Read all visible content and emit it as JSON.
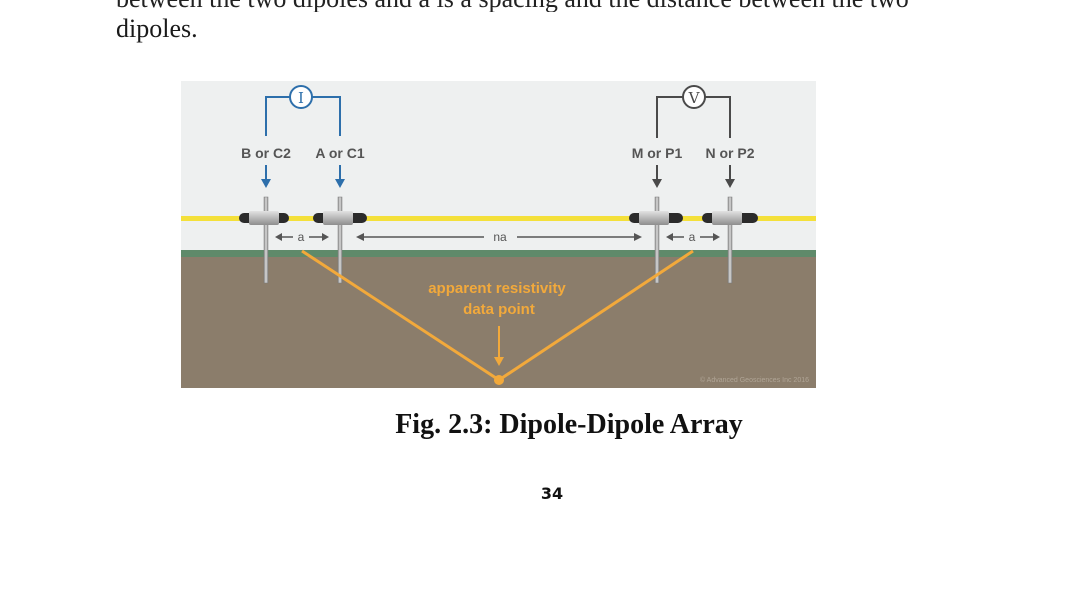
{
  "text": {
    "cut_line": "between the two dipoles and a is a spacing and the distance between the two",
    "body_line": "dipoles."
  },
  "figure": {
    "current_symbol": "I",
    "voltage_symbol": "V",
    "electrode_labels": {
      "b": "B or C2",
      "a": "A or C1",
      "m": "M or P1",
      "n": "N or P2"
    },
    "spacing_a_left": "a",
    "spacing_na": "na",
    "spacing_a_right": "a",
    "data_point_label_line1": "apparent resistivity",
    "data_point_label_line2": "data point",
    "copyright": "© Advanced Geosciences Inc 2016"
  },
  "caption": "Fig. 2.3: Dipole-Dipole Array",
  "page_number": "34",
  "colors": {
    "sky": "#eef0f0",
    "ground": "#8b7d6b",
    "grass": "#5f8a6a",
    "cable": "#f4e03a",
    "current_blue": "#2d6fab",
    "wire_grey": "#4a4a4a",
    "accent_orange": "#f2a93b"
  }
}
